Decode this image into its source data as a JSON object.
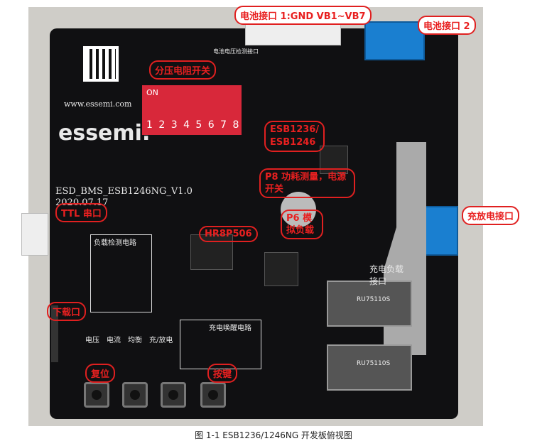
{
  "board": {
    "brand": "essemi.",
    "website": "www.essemi.com",
    "model": "ESD_BMS_ESB1246NG_V1.0",
    "date": "2020.07.17",
    "dip_on": "ON",
    "dip_numbers": "1 2 3 4 5 6 7 8",
    "load_circuit_label": "负载检测电路",
    "wake_circuit_label": "充电唤醒电路",
    "charge_load_label": "充电负载接口",
    "battery_voltage_label": "电池电压检测接口",
    "led_labels": [
      "电压",
      "电流",
      "均衡",
      "充/放电"
    ],
    "mosfet_text": "RU75110S"
  },
  "callouts": {
    "battery1": "电池接口 1:GND VB1~VB7",
    "battery2": "电池接口 2",
    "divider_switch": "分压电阻开关",
    "esb_chip": "ESB1236/\nESB1246",
    "p8": "P8 功耗测量，电源开关",
    "ttl": "TTL 串口",
    "mcu": "HR8P506",
    "p6": "P6 模拟负载",
    "charge_port": "充放电接口",
    "download": "下载口",
    "reset": "复位",
    "key": "按键"
  },
  "caption": "图 1-1 ESB1236/1246NG 开发板俯视图"
}
